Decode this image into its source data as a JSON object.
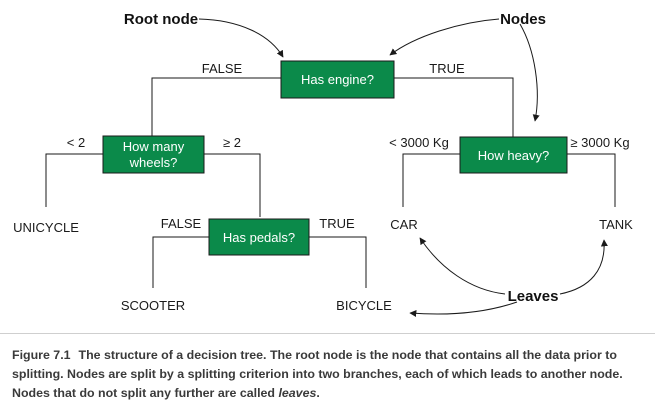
{
  "colors": {
    "node_fill": "#0b8a4a",
    "node_text": "#ffffff",
    "line": "#1a1a1a",
    "caption_text": "#3a3a3a"
  },
  "callouts": {
    "root_node": "Root node",
    "nodes": "Nodes",
    "leaves": "Leaves"
  },
  "nodes": {
    "has_engine": {
      "lines": [
        "Has engine?"
      ]
    },
    "how_many_wheels": {
      "lines": [
        "How many",
        "wheels?"
      ]
    },
    "how_heavy": {
      "lines": [
        "How heavy?"
      ]
    },
    "has_pedals": {
      "lines": [
        "Has pedals?"
      ]
    }
  },
  "branches": {
    "engine_false": "FALSE",
    "engine_true": "TRUE",
    "wheels_lt2": "< 2",
    "wheels_ge2": "≥ 2",
    "heavy_lt3000": "< 3000 Kg",
    "heavy_ge3000": "≥ 3000 Kg",
    "pedals_false": "FALSE",
    "pedals_true": "TRUE"
  },
  "leaves": {
    "unicycle": "UNICYCLE",
    "scooter": "SCOOTER",
    "bicycle": "BICYCLE",
    "car": "CAR",
    "tank": "TANK"
  },
  "caption": {
    "label": "Figure 7.1",
    "text_before_em": "The structure of a decision tree. The root node is the node that contains all the data prior to splitting. Nodes are split by a splitting criterion into two branches, each of which leads to another node. Nodes that do not split any further are called ",
    "em": "leaves",
    "text_after_em": "."
  }
}
